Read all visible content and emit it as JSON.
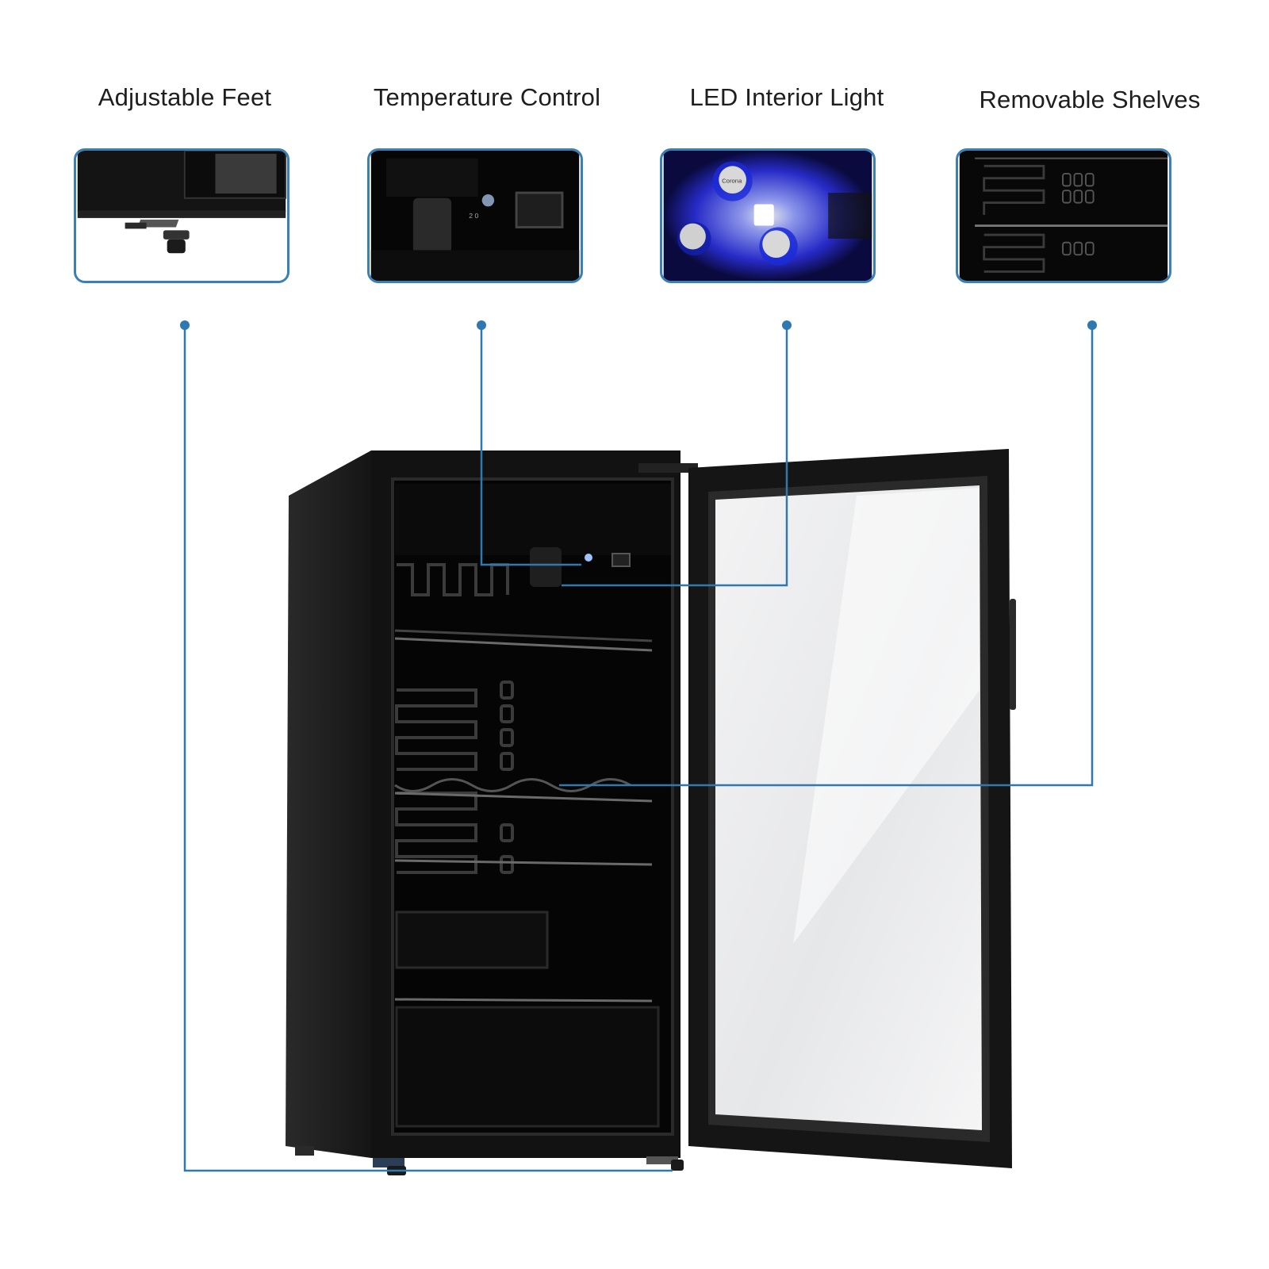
{
  "features": [
    {
      "id": "adjustable-feet",
      "label": "Adjustable Feet"
    },
    {
      "id": "temperature-control",
      "label": "Temperature Control"
    },
    {
      "id": "led-interior-light",
      "label": "LED Interior Light"
    },
    {
      "id": "removable-shelves",
      "label": "Removable Shelves"
    }
  ],
  "colors": {
    "accent": "#3b80b5",
    "cabinet": "#1a1a1a",
    "led_blue": "#2a3cff",
    "glass": "#e9eaec"
  },
  "thumbnail_labels": {
    "dial_numbers": "2  0",
    "bottle_caps": "Corona"
  }
}
